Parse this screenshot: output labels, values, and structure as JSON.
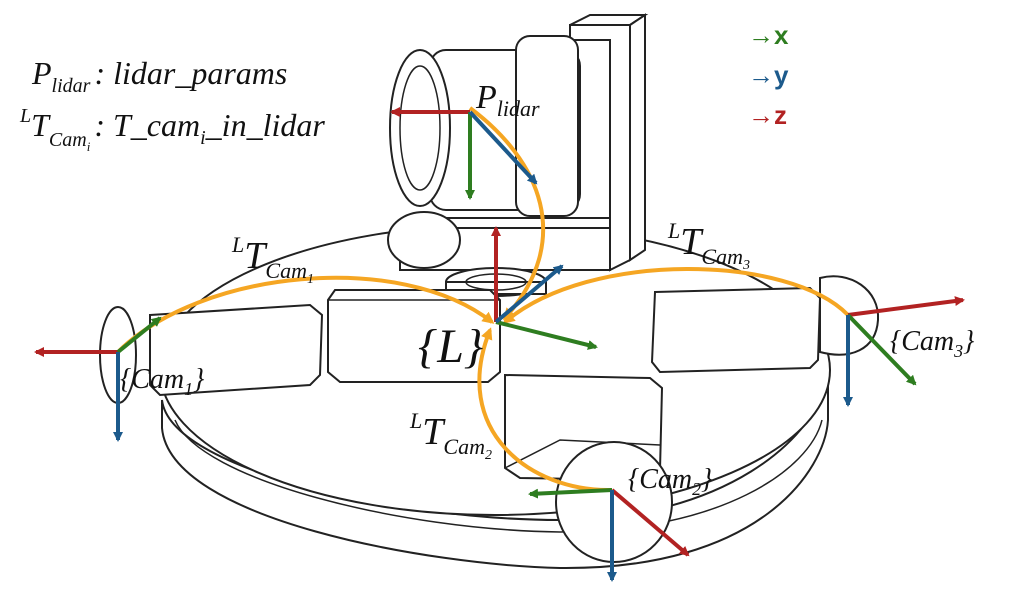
{
  "legend": [
    {
      "arrow": "→",
      "axis": "x",
      "color": "#2e7d20"
    },
    {
      "arrow": "→",
      "axis": "y",
      "color": "#1c5a8c"
    },
    {
      "arrow": "→",
      "axis": "z",
      "color": "#b22222"
    }
  ],
  "definitions": {
    "lidar_symbol": "P",
    "lidar_sub": "lidar",
    "lidar_desc": ": lidar_params",
    "transform_sup": "L",
    "transform_symbol": "T",
    "transform_sub": "Cam",
    "transform_subsub": "i",
    "transform_desc_a": ": T_cam",
    "transform_desc_sub": "i",
    "transform_desc_b": "_in_lidar"
  },
  "frames": {
    "lidar_label": "P",
    "lidar_label_sub": "lidar",
    "lidar_base": "{L}",
    "cam1": "{Cam",
    "cam1_sub": "1",
    "cam2": "{Cam",
    "cam2_sub": "2",
    "cam3": "{Cam",
    "cam3_sub": "3",
    "close_brace": "}"
  },
  "transforms": {
    "t1_sup": "L",
    "t1": "T",
    "t1_sub": "Cam",
    "t1_subsub": "1",
    "t2_sup": "L",
    "t2": "T",
    "t2_sub": "Cam",
    "t2_subsub": "2",
    "t3_sup": "L",
    "t3": "T",
    "t3_sub": "Cam",
    "t3_subsub": "3"
  },
  "colors": {
    "x_axis": "#2e7d20",
    "y_axis": "#1c5a8c",
    "z_axis": "#b22222",
    "transform_arc": "#f5a623",
    "hardware_line": "#222222"
  }
}
